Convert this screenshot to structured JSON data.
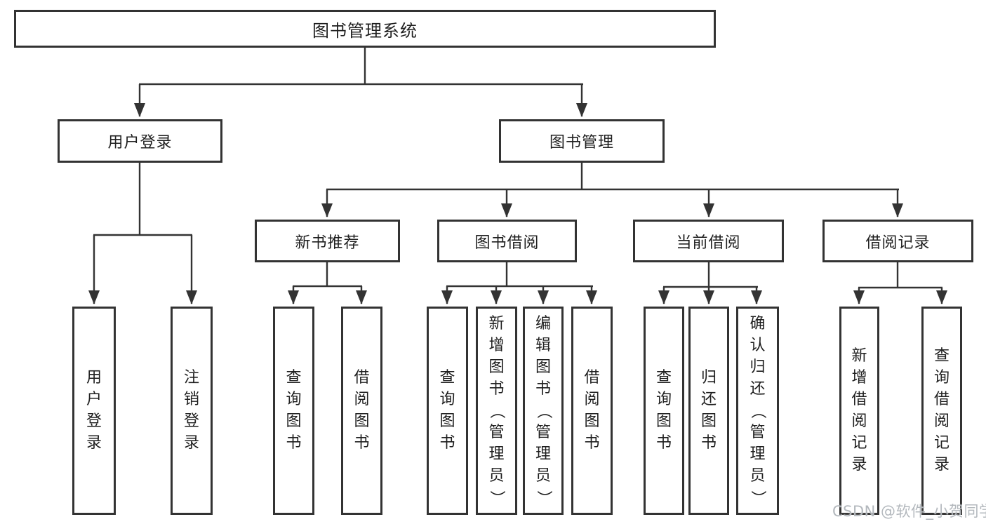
{
  "diagram": {
    "root": "图书管理系统",
    "user_login": {
      "label": "用户登录",
      "children": {
        "login": "用户登录",
        "logout": "注销登录"
      }
    },
    "book_mgmt": {
      "label": "图书管理",
      "new_rec": {
        "label": "新书推荐",
        "children": {
          "query": "查询图书",
          "borrow": "借阅图书"
        }
      },
      "borrow": {
        "label": "图书借阅",
        "children": {
          "query": "查询图书",
          "add": "新增图书（管理员）",
          "edit": "编辑图书（管理员）",
          "borrow": "借阅图书"
        }
      },
      "current": {
        "label": "当前借阅",
        "children": {
          "query": "查询图书",
          "return": "归还图书",
          "confirm": "确认归还（管理员）"
        }
      },
      "record": {
        "label": "借阅记录",
        "children": {
          "add": "新增借阅记录",
          "query": "查询借阅记录"
        }
      }
    }
  },
  "watermark": "CSDN @软件_小贺同学",
  "colors": {
    "line": "#333333",
    "text": "#1f1f1f",
    "watermark": "#b3b8bd",
    "background": "#ffffff"
  }
}
